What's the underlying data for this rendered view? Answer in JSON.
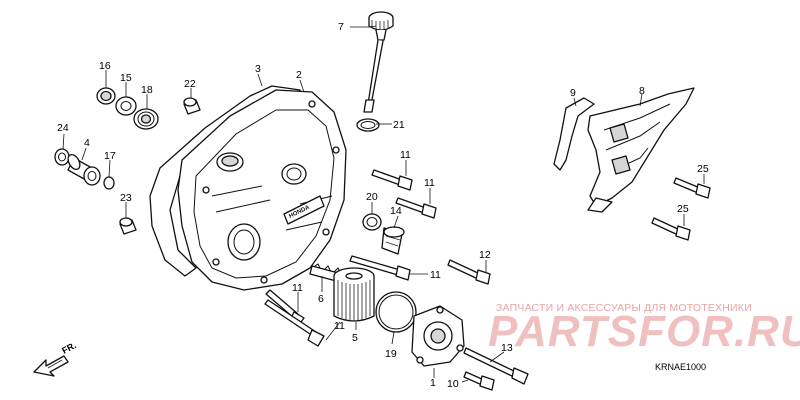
{
  "callouts": [
    {
      "id": "p7",
      "label": "7"
    },
    {
      "id": "p16",
      "label": "16"
    },
    {
      "id": "p15",
      "label": "15"
    },
    {
      "id": "p18",
      "label": "18"
    },
    {
      "id": "p22",
      "label": "22"
    },
    {
      "id": "p3",
      "label": "3"
    },
    {
      "id": "p2",
      "label": "2"
    },
    {
      "id": "p21",
      "label": "21"
    },
    {
      "id": "p9",
      "label": "9"
    },
    {
      "id": "p8",
      "label": "8"
    },
    {
      "id": "p24",
      "label": "24"
    },
    {
      "id": "p4",
      "label": "4"
    },
    {
      "id": "p17",
      "label": "17"
    },
    {
      "id": "p11a",
      "label": "11"
    },
    {
      "id": "p11b",
      "label": "11"
    },
    {
      "id": "p25a",
      "label": "25"
    },
    {
      "id": "p23",
      "label": "23"
    },
    {
      "id": "p20",
      "label": "20"
    },
    {
      "id": "p14",
      "label": "14"
    },
    {
      "id": "p25b",
      "label": "25"
    },
    {
      "id": "p12",
      "label": "12"
    },
    {
      "id": "p11c",
      "label": "11"
    },
    {
      "id": "p6",
      "label": "6"
    },
    {
      "id": "p11d",
      "label": "11"
    },
    {
      "id": "p11e",
      "label": "11"
    },
    {
      "id": "p5",
      "label": "5"
    },
    {
      "id": "p19",
      "label": "19"
    },
    {
      "id": "p13",
      "label": "13"
    },
    {
      "id": "p1",
      "label": "1"
    },
    {
      "id": "p10",
      "label": "10"
    }
  ],
  "direction_label": "FR.",
  "watermark": {
    "subtitle": "ЗАПЧАСТИ И АКСЕССУАРЫ ДЛЯ МОТОТЕХНИКИ",
    "brand": "PARTSFOR.RU",
    "color": "#e58e8e"
  },
  "diagram_code": "KRNAE1000",
  "cover_label": "HONDA"
}
